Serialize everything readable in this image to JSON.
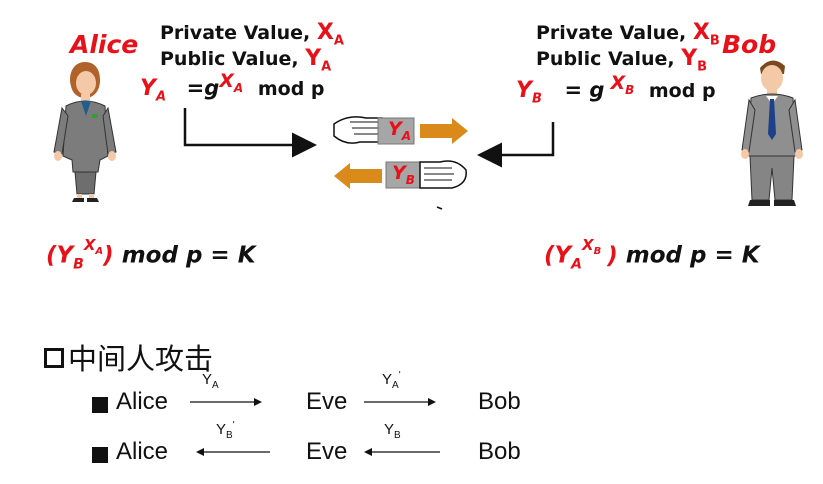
{
  "alice": {
    "name": "Alice",
    "private_label": "Private Value,",
    "private_var": "X",
    "private_sub": "A",
    "public_label": "Public Value,",
    "public_var": "Y",
    "public_sub": "A",
    "formula_lhs": "Y",
    "formula_lhs_sub": "A",
    "formula_eq": "=g",
    "formula_exp": "X",
    "formula_exp_sub": "A",
    "formula_tail": "mod p"
  },
  "bob": {
    "name": "Bob",
    "private_label": "Private Value,",
    "private_var": "X",
    "private_sub": "B",
    "public_label": "Public Value,",
    "public_var": "Y",
    "public_sub": "B",
    "formula_lhs": "Y",
    "formula_lhs_sub": "B",
    "formula_eq": "= g",
    "formula_exp": "X",
    "formula_exp_sub": "B",
    "formula_tail": "mod p"
  },
  "exchange": {
    "card_to_bob": "Y",
    "card_to_bob_sub": "A",
    "card_to_alice": "Y",
    "card_to_alice_sub": "B"
  },
  "keys": {
    "alice_open": "(Y",
    "alice_base_sub": "B",
    "alice_exp": "X",
    "alice_exp_sub": "A",
    "alice_close": ")",
    "alice_tail": "mod p = K",
    "bob_open": "(Y",
    "bob_base_sub": "A",
    "bob_exp": "X",
    "bob_exp_sub": "B",
    "bob_close": ")",
    "bob_tail": "mod p = K"
  },
  "mitm": {
    "heading": "中间人攻击",
    "rows": [
      {
        "left": "Alice",
        "arrow_label": "Y",
        "arrow_sub": "A",
        "arrow_prime": "",
        "middle": "Eve",
        "arrow2_label": "Y",
        "arrow2_sub": "A",
        "arrow2_prime": "'",
        "right": "Bob"
      },
      {
        "left": "Alice",
        "arrow_label": "Y",
        "arrow_sub": "B",
        "arrow_prime": "'",
        "middle": "Eve",
        "arrow2_label": "Y",
        "arrow2_sub": "B",
        "arrow2_prime": "",
        "right": "Bob"
      }
    ]
  },
  "colors": {
    "accent_red": "#e8111a",
    "arrow_orange": "#d98a1a",
    "card_gray": "#a6a6a6"
  },
  "icons": [
    "alice-person-icon",
    "bob-person-icon",
    "hand-icon",
    "square-bullet-icon"
  ]
}
